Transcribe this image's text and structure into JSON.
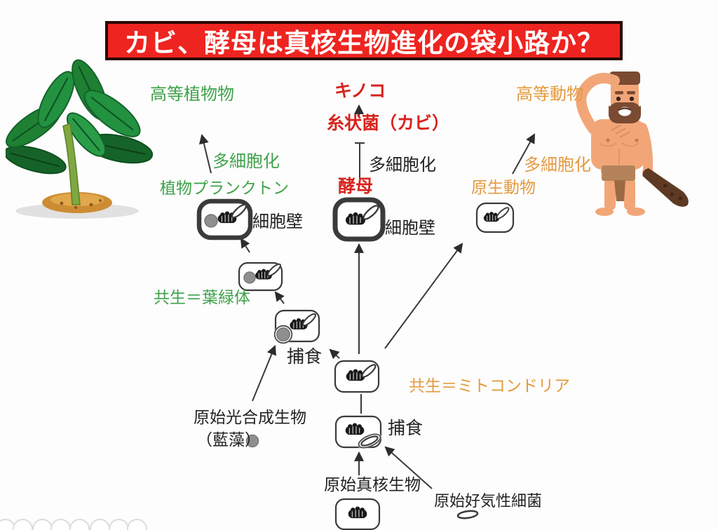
{
  "title": "カビ、酵母は真核生物進化の袋小路か？",
  "labels": {
    "higher_plants": "高等植物物",
    "mushroom": "キノコ",
    "filamentous_fungi": "糸状菌（カビ）",
    "higher_animals": "高等動物",
    "multicellularization_left": "多細胞化",
    "multicellularization_center": "多細胞化",
    "multicellularization_right": "多細胞化",
    "phytoplankton": "植物プランクトン",
    "yeast": "酵母",
    "protozoa": "原生動物",
    "cell_wall_left": "細胞壁",
    "cell_wall_center": "細胞壁",
    "symbiosis_chloroplast": "共生＝葉緑体",
    "predation_upper": "捕食",
    "predation_lower": "捕食",
    "symbiosis_mitochondria": "共生＝ミトコンドリア",
    "primitive_photosynthetic": "原始光合成生物",
    "cyanobacteria": "（藍藻）",
    "primitive_eukaryote": "原始真核生物",
    "primitive_aerobic_bacteria": "原始好気性細菌"
  },
  "colors": {
    "title_background": "#ee2420",
    "title_border": "#2a0702",
    "title_text": "#ffffff",
    "green_text": "#3fa24a",
    "red_text": "#d8221c",
    "orange_text": "#e59a3f",
    "black_text": "#222222",
    "arrow_line": "#3a3a3a",
    "cell_wall_stroke": "#3b3b3b",
    "chloroplast_gray": "#8f8f8f"
  },
  "icons": {
    "plant": "plant-illustration",
    "caveman": "caveman-illustration",
    "mitochondria": "mitochondria-icon",
    "nucleus_oval": "nucleus-oval-icon",
    "chloroplast_dot": "chloroplast-dot-icon",
    "aerobic_bacterium": "aerobic-bacterium-icon",
    "share_buttons": "share-circle-icons"
  }
}
